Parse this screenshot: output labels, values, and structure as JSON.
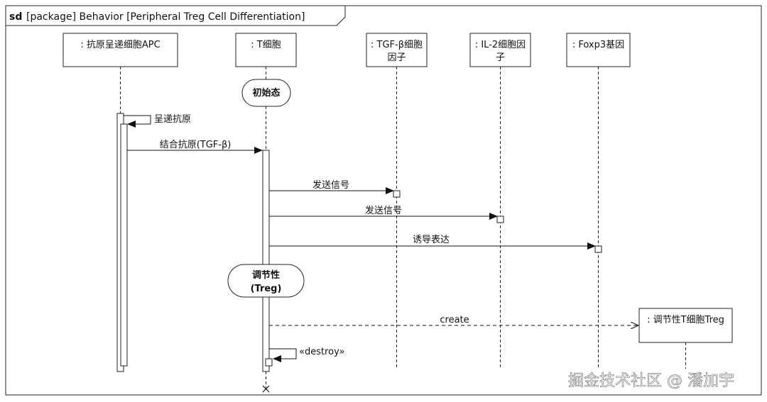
{
  "frame": {
    "keyword": "sd",
    "title": "[package] Behavior [Peripheral Treg Cell Differentiation]"
  },
  "lifelines": [
    {
      "name": "lifeline-apc",
      "lines": [
        ": 抗原呈递细胞APC"
      ]
    },
    {
      "name": "lifeline-t-cell",
      "lines": [
        ": T细胞"
      ]
    },
    {
      "name": "lifeline-tgf-beta",
      "lines": [
        ": TGF-β细胞",
        "因子"
      ]
    },
    {
      "name": "lifeline-il2",
      "lines": [
        ": IL-2细胞因",
        "子"
      ]
    },
    {
      "name": "lifeline-foxp3",
      "lines": [
        ": Foxp3基因"
      ]
    },
    {
      "name": "lifeline-treg-cell",
      "lines": [
        ": 调节性T细胞Treg"
      ]
    }
  ],
  "states": {
    "initial": {
      "lines": [
        "初始态"
      ]
    },
    "regulatory": {
      "lines": [
        "调节性",
        "(Treg)"
      ]
    }
  },
  "messages": {
    "present_antigen": "呈递抗原",
    "bind_antigen": "结合抗原(TGF-β)",
    "send_signal_1": "发送信号",
    "send_signal_2": "发送信号",
    "induce_expression": "诱导表达",
    "create": "create",
    "destroy": "«destroy»"
  },
  "watermark": "掘金技术社区 @ 潘加宇"
}
